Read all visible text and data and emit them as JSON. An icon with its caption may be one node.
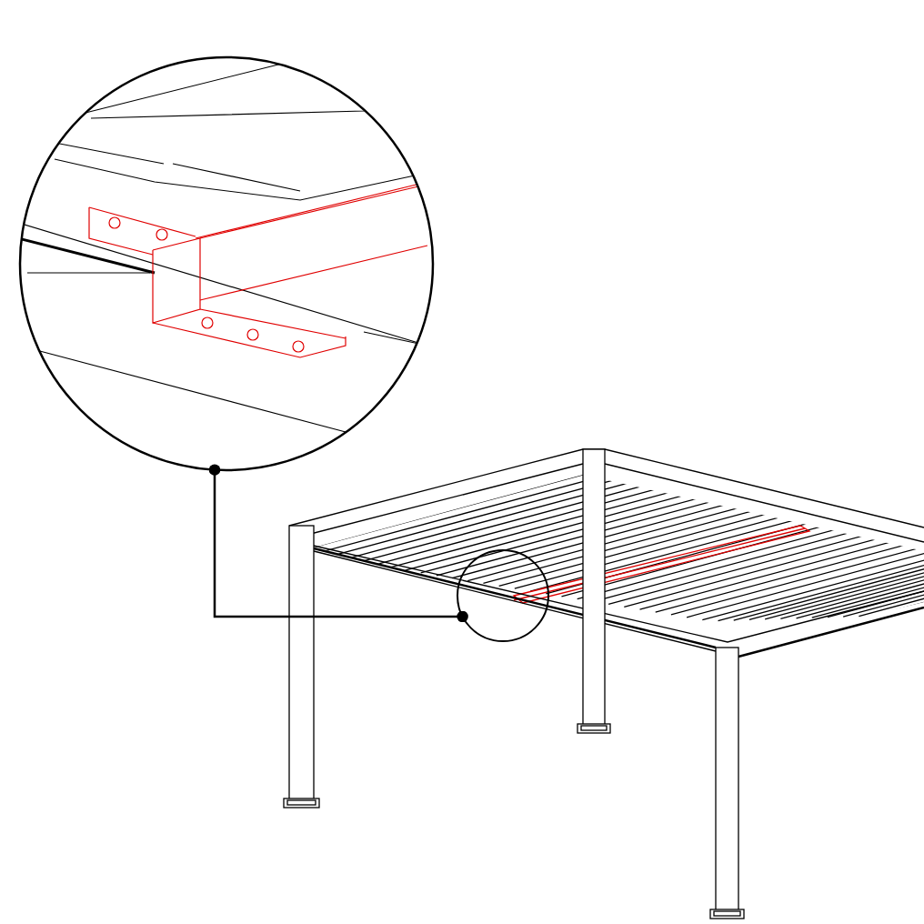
{
  "diagram": {
    "nodes": [
      {
        "text": [],
        "shape": "picture"
      },
      {
        "text": [],
        "shape": "circle"
      }
    ],
    "edges": [
      {
        "from": 0,
        "to": 1,
        "arrow": "other"
      }
    ]
  }
}
